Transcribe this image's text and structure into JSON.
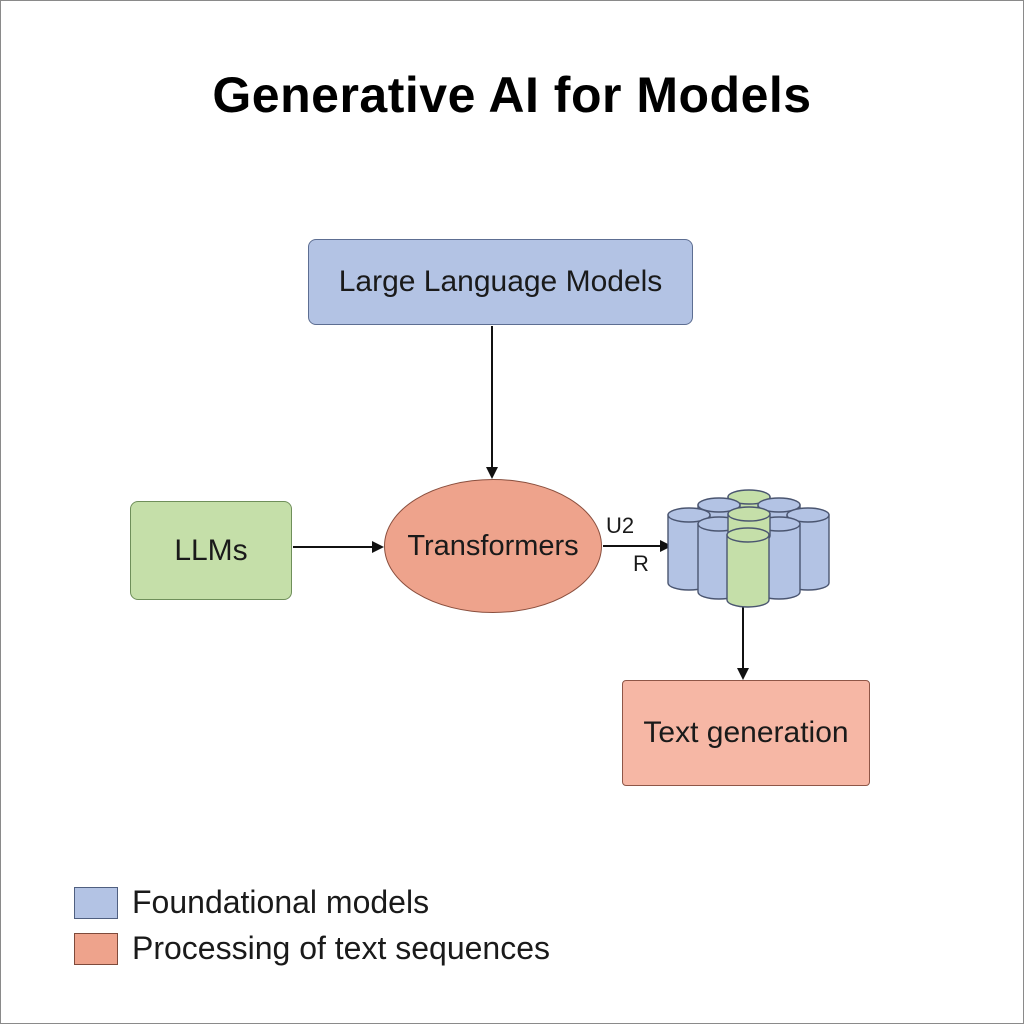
{
  "title": "Generative AI for Models",
  "nodes": {
    "large_language_models": "Large Language Models",
    "llms": "LLMs",
    "transformers": "Transformers",
    "text_generation": "Text generation"
  },
  "edge_labels": {
    "upper": "U2",
    "lower": "R"
  },
  "legend": [
    {
      "label": "Foundational models",
      "color": "#b3c3e4"
    },
    {
      "label": "Processing of text sequences",
      "color": "#eea38c"
    }
  ],
  "colors": {
    "blue": "#b3c3e4",
    "green": "#c5dfa9",
    "salmon": "#eea38c",
    "light_salmon": "#f6b7a5"
  }
}
